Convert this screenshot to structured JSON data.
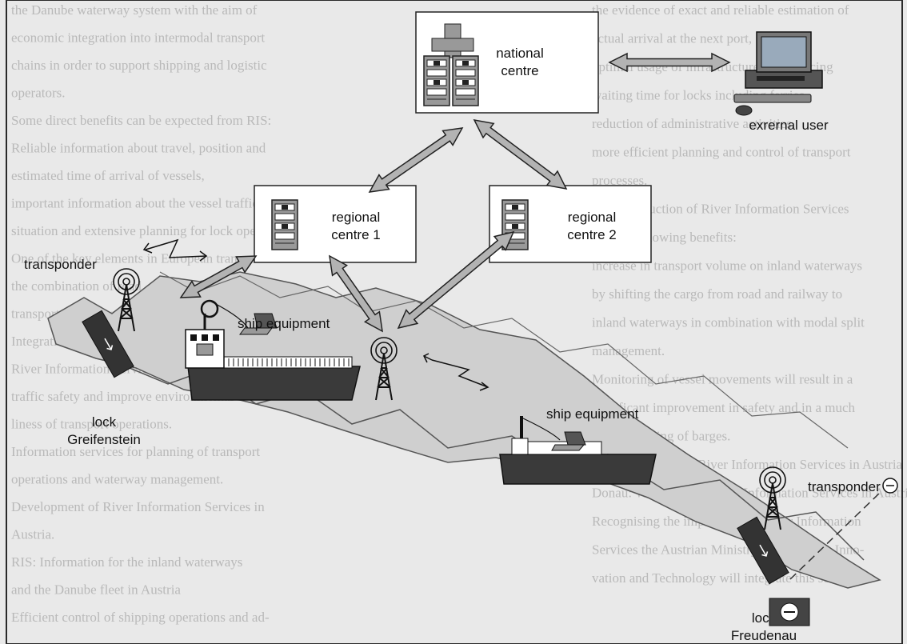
{
  "background_text": {
    "right_column": [
      "the evidence of exact and reliable estimation of",
      "actual arrival at the next port,",
      "optimal usage of infrastructure and reducing",
      "waiting time for locks including ferries,",
      "reduction of administrative activities,",
      "more efficient planning and control of transport",
      "processes.",
      "The introduction of River Information Services",
      "has the following benefits:",
      "increase in transport volume on inland waterways",
      "by shifting the cargo from road and railway to",
      "inland waterways in combination with modal split",
      "management.",
      "Monitoring of vessel movements will result in a",
      "significant improvement in safety and in a much",
      "better handling of barges."
    ],
    "section_heading": "4.3  Introduction of River Information Services in Austria",
    "section_lines": [
      "Donau: Wasserstraße River Information Services in Austria",
      "Recognising the importance of River Information",
      "Services the Austrian Ministry of Transport, Inno-",
      "vation and Technology will integrate this service in"
    ],
    "left_column": [
      "the Danube waterway system with the aim of",
      "economic integration into intermodal transport",
      "chains in order to support shipping and logistic",
      "operators.",
      "Some direct benefits can be expected from RIS:",
      "Reliable information about travel, position and",
      "estimated time of arrival of vessels,",
      "important information about the vessel traffic",
      "situation and extensive planning for lock operations.",
      "One of the key elements in European transport is",
      "the combination of road, rail and inland waterway",
      "transport into intermodal transport chains.",
      "Integration and usage of telematic equipment,",
      "River Information Services (RIS) will increase",
      "traffic safety and improve environmental friend-",
      "liness of transport operations.",
      "Information services for planning of transport",
      "operations and waterway management.",
      "Development of River Information Services in",
      "Austria.",
      "RIS: Information for the inland waterways",
      "and the Danube fleet in Austria",
      "Efficient control of shipping operations and ad-"
    ]
  },
  "labels": {
    "national_centre": [
      "national",
      "centre"
    ],
    "external_user": "exrernal user",
    "regional_centre_1": [
      "regional",
      "centre 1"
    ],
    "regional_centre_2": [
      "regional",
      "centre 2"
    ],
    "transponder_left": "transponder",
    "transponder_right": "transponder",
    "ship_equipment_left": "ship equipment",
    "ship_equipment_right": "ship equipment",
    "lock_left": [
      "lock",
      "Greifenstein"
    ],
    "lock_right": [
      "lock",
      "Freudenau"
    ]
  },
  "icons": [
    "server-rack-icon",
    "desktop-computer-icon",
    "radio-tower-icon",
    "laptop-icon",
    "ship-icon",
    "lock-gate-icon",
    "wireless-signal-icon",
    "minus-circle-icon"
  ],
  "colors": {
    "frame": "#2a2a2a",
    "river": "#cfcfcf",
    "box_fill": "#ffffff",
    "arrow_fill": "#b3b3b3",
    "ship_hull": "#3a3a3a"
  }
}
